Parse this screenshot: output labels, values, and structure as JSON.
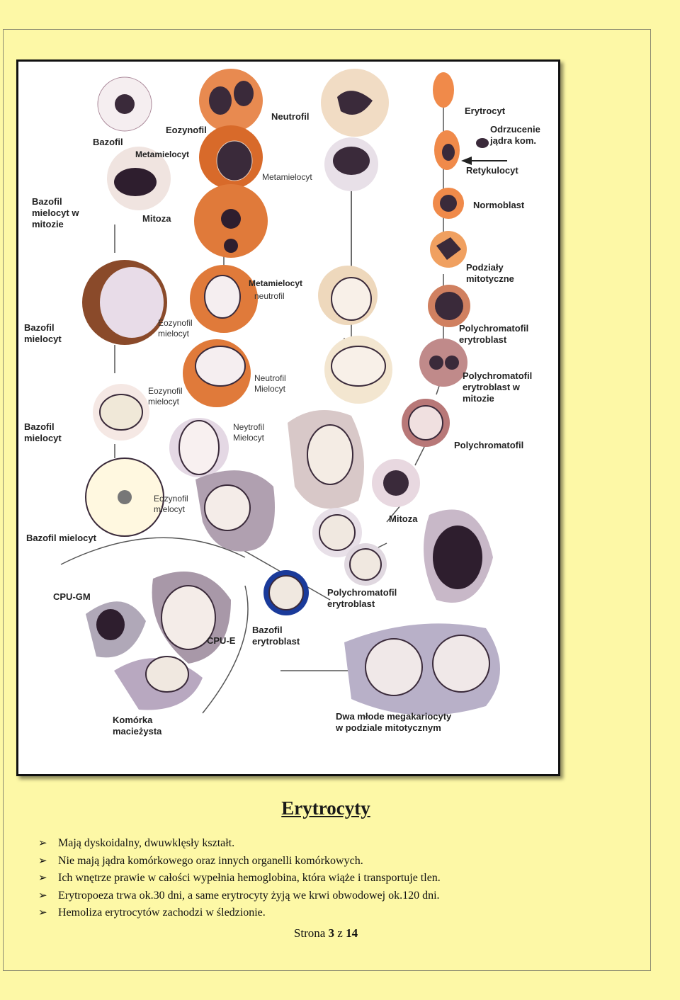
{
  "figure": {
    "labels": {
      "bazofil": "Bazofil",
      "eozynofil": "Eozynofil",
      "neutrofil": "Neutrofil",
      "erytrocyt": "Erytrocyt",
      "odrzucenie": "Odrzucenie\njądra kom.",
      "metamielocyt_1": "Metamielocyt",
      "metamielocyt_2": "Metamielocyt",
      "retykulocyt": "Retykulocyt",
      "bazofil_mielocyt_mitozie": "Bazofil\nmielocyt w\nmitozie",
      "mitoza_1": "Mitoza",
      "normoblast": "Normoblast",
      "podzialy": "Podziały\nmitotyczne",
      "metamielocyt_neutrofil": "Metamielocyt",
      "neutrofil_sub": "neutrofil",
      "bazofil_mielocyt_1": "Bazofil\nmielocyt",
      "eozynofil_mielocyt_1": "Eozynofil\nmielocyt",
      "polychromatofil_erytroblast_1": "Polychromatofil\nerytroblast",
      "neutrofil_mielocyt": "Neutrofil\nMielocyt",
      "polychromatofil_erytroblast_mitozie": "Polychromatofil\nerytroblast w\nmitozie",
      "eozynofil_mielocyt_2": "Eozynofil\nmielocyt",
      "bazofil_mielocyt_2": "Bazofil\nmielocyt",
      "neytrofil_mielocyt": "Neytrofil\nMielocyt",
      "polychromatofil": "Polychromatofil",
      "eozynofil_mielocyt_3": "Eozynofil\nmielocyt",
      "mitoza_2": "Mitoza",
      "bazofil_mielocyt_3": "Bazofil mielocyt",
      "cpu_gm": "CPU-GM",
      "polychromatofil_erytroblast_2": "Polychromatofil\nerytroblast",
      "cpu_e": "CPU-E",
      "bazofil_erytroblast": "Bazofil\nerytroblast",
      "komorka": "Komórka\nmacieżysta",
      "megakariocyty": "Dwa młode megakariocyty\nw podziale mitotycznym"
    }
  },
  "title": "Erytrocyty",
  "bullets": [
    "Mają dyskoidalny, dwuwklęsły kształt.",
    "Nie mają jądra komórkowego oraz innych organelli komórkowych.",
    "Ich wnętrze prawie w całości wypełnia hemoglobina, która wiąże i transportuje tlen.",
    "Erytropoeza trwa ok.30 dni, a same erytrocyty żyją we krwi obwodowej ok.120 dni.",
    "Hemoliza erytrocytów zachodzi w śledzionie."
  ],
  "pager": {
    "prefix": "Strona",
    "current": "3",
    "sep": "z",
    "total": "14"
  },
  "colors": {
    "page_bg": "#fdf8a6",
    "eosin": "#d86a2a",
    "basophil": "#5a3a6a",
    "nucleus": "#3a2a3a",
    "erythro": "#f08a4a"
  }
}
